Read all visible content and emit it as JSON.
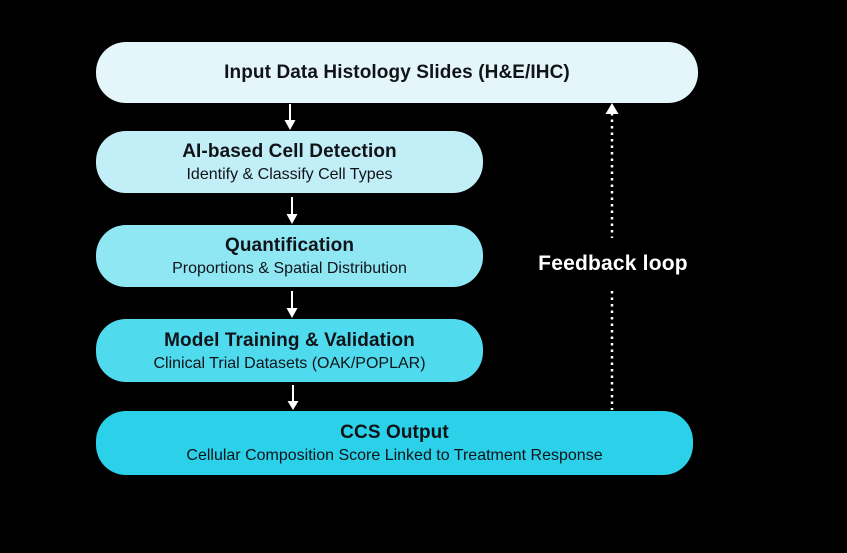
{
  "flowchart": {
    "boxes": [
      {
        "title": "Input Data Histology Slides (H&E/IHC)",
        "subtitle": "",
        "bg": "#e5f6fa"
      },
      {
        "title": "AI-based Cell Detection",
        "subtitle": "Identify & Classify Cell Types",
        "bg": "#c2eef7"
      },
      {
        "title": "Quantification",
        "subtitle": "Proportions & Spatial Distribution",
        "bg": "#8ee7f3"
      },
      {
        "title": "Model Training & Validation",
        "subtitle": "Clinical Trial Datasets (OAK/POPLAR)",
        "bg": "#4fdaee"
      },
      {
        "title": "CCS Output",
        "subtitle": "Cellular Composition Score Linked to Treatment Response",
        "bg": "#2bd0e9"
      }
    ],
    "feedback_label": "Feedback loop",
    "colors": {
      "background": "#000000",
      "arrow": "#ffffff",
      "box_text": "#101418",
      "feedback_text": "#ffffff"
    }
  }
}
